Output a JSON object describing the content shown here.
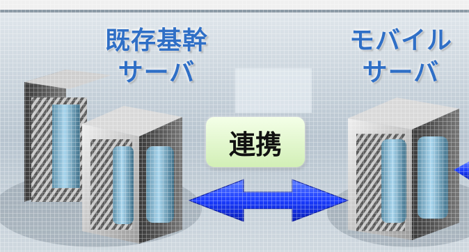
{
  "labels": {
    "left_server": "既存基幹\nサーバ",
    "right_server": "モバイル\nサーバ",
    "link": "連携"
  },
  "colors": {
    "label_text": "#2f6fc6",
    "arrow": "#1a3cff",
    "link_box": "#d8f2c0"
  }
}
